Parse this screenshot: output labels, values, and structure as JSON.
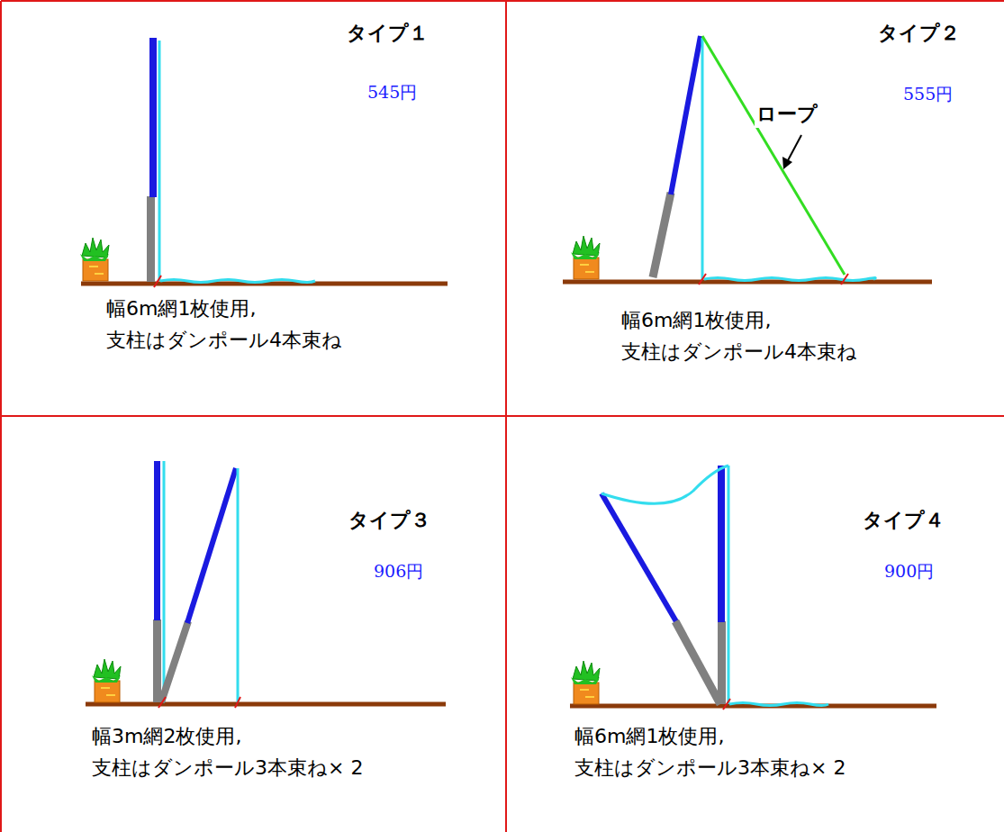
{
  "diagram": {
    "nodes": [
      {
        "text": [
          "タイプ１",
          "545円",
          "幅6m網1枚使用, 支柱はダンポール4本束ね"
        ]
      },
      {
        "text": [
          "タイプ２",
          "555円",
          "幅6m網1枚使用, 支柱はダンポール4本束ね"
        ]
      },
      {
        "text": [
          "タイプ３",
          "906円",
          "幅3m網2枚使用, 支柱はダンポール3本束ね× 2"
        ]
      },
      {
        "text": [
          "タイプ４",
          "900円",
          "幅6m網1枚使用, 支柱はダンポール3本束ね× 2"
        ]
      }
    ],
    "labels": [
      "ロープ"
    ]
  }
}
